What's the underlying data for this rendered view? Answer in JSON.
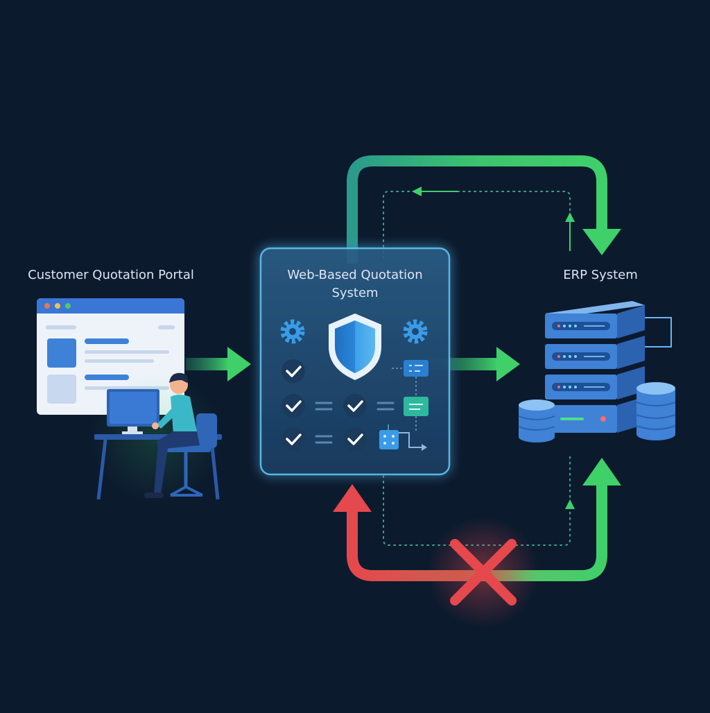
{
  "nodes": {
    "portal": {
      "label": "Customer Quotation Portal"
    },
    "quotation_system": {
      "label_line1": "Web-Based Quotation",
      "label_line2": "System"
    },
    "erp": {
      "label": "ERP System"
    }
  },
  "colors": {
    "background": "#0c1a2e",
    "success_green": "#3fd06a",
    "error_red": "#e5484d",
    "panel_blue": "#3aa6e8",
    "server_blue": "#3f82d6",
    "text": "#dce6f2"
  },
  "icons": [
    "gear-icon",
    "shield-icon",
    "check-icon",
    "desktop-user-icon",
    "server-rack-icon",
    "database-icon",
    "cross-icon"
  ],
  "flows": [
    {
      "from": "portal",
      "to": "quotation_system",
      "status": "success"
    },
    {
      "from": "quotation_system",
      "to": "erp",
      "status": "success"
    },
    {
      "from": "quotation_system",
      "to": "erp",
      "status": "success",
      "route": "top loop"
    },
    {
      "from": "erp",
      "to": "quotation_system",
      "status": "failed",
      "route": "bottom loop"
    }
  ]
}
